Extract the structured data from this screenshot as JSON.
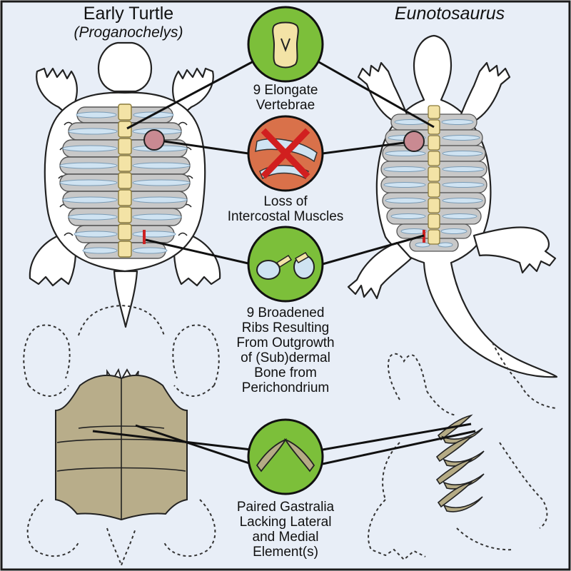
{
  "headers": {
    "left_title": "Early Turtle",
    "left_subtitle": "(Proganochelys)",
    "right_title": "Eunotosaurus"
  },
  "traits": [
    {
      "lines": [
        "9 Elongate",
        "Vertebrae"
      ],
      "icon": "vertebra-icon"
    },
    {
      "lines": [
        "Loss of",
        "Intercostal Muscles"
      ],
      "icon": "crossed-muscle-icon"
    },
    {
      "lines": [
        "9 Broadened",
        "Ribs Resulting",
        "From Outgrowth",
        "of (Sub)dermal",
        "Bone from",
        "Perichondrium"
      ],
      "icon": "rib-cross-section-icon"
    },
    {
      "lines": [
        "Paired Gastralia",
        "Lacking Lateral",
        "and Medial",
        "Element(s)"
      ],
      "icon": "gastralia-icon"
    }
  ],
  "colors": {
    "background": "#e8eef7",
    "panel_border": "#1a1a1a",
    "shell_fill": "#ffffff",
    "rib_fill": "#c8c8c8",
    "rib_highlight": "#cfe3f2",
    "vertebra_fill": "#f3e3a6",
    "green_circle": "#7cbf3a",
    "plastron_fill": "#b8ad8a",
    "muscle_red": "#d32f2f",
    "gastralia_fill": "#b5ab85"
  }
}
